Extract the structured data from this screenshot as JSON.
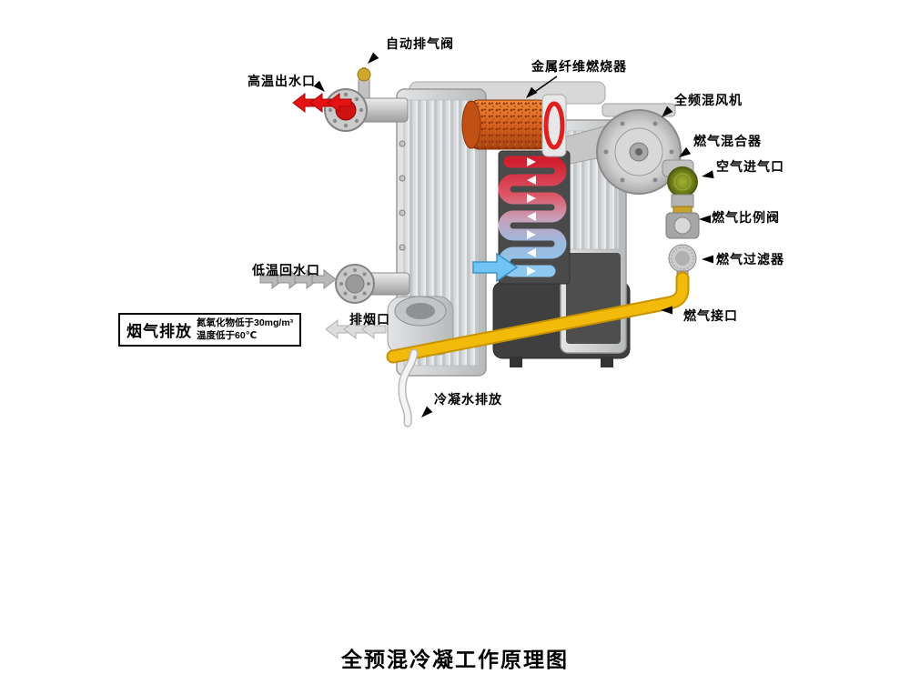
{
  "title": "全预混冷凝工作原理图",
  "labels": {
    "auto_vent_valve": "自动排气阀",
    "hot_water_outlet": "高温出水口",
    "metal_fiber_burner": "金属纤维燃烧器",
    "premix_fan": "全频混风机",
    "gas_mixer": "燃气混合器",
    "air_inlet": "空气进气口",
    "gas_proportional_valve": "燃气比例阀",
    "gas_filter": "燃气过滤器",
    "gas_port": "燃气接口",
    "low_temp_return": "低温回水口",
    "smoke_outlet": "排烟口",
    "condensate_drain": "冷凝水排放"
  },
  "flue_box": {
    "title": "烟气排放",
    "line1": "氮氧化物低于30mg/m³",
    "line2": "温度低于60℃"
  },
  "colors": {
    "hot_water_arrow": "#e41212",
    "return_water_arrow": "#b8b8b8",
    "flue_gas_arrow": "#dcdcdc",
    "cold_inlet_arrow": "#70c4f4",
    "gas_pipe": "#f2bb0c",
    "air_inlet_disc": "#7a8a20",
    "burner": "#d95f1e",
    "coil_hot": "#d01f2e",
    "coil_cold": "#8cc8f0"
  }
}
